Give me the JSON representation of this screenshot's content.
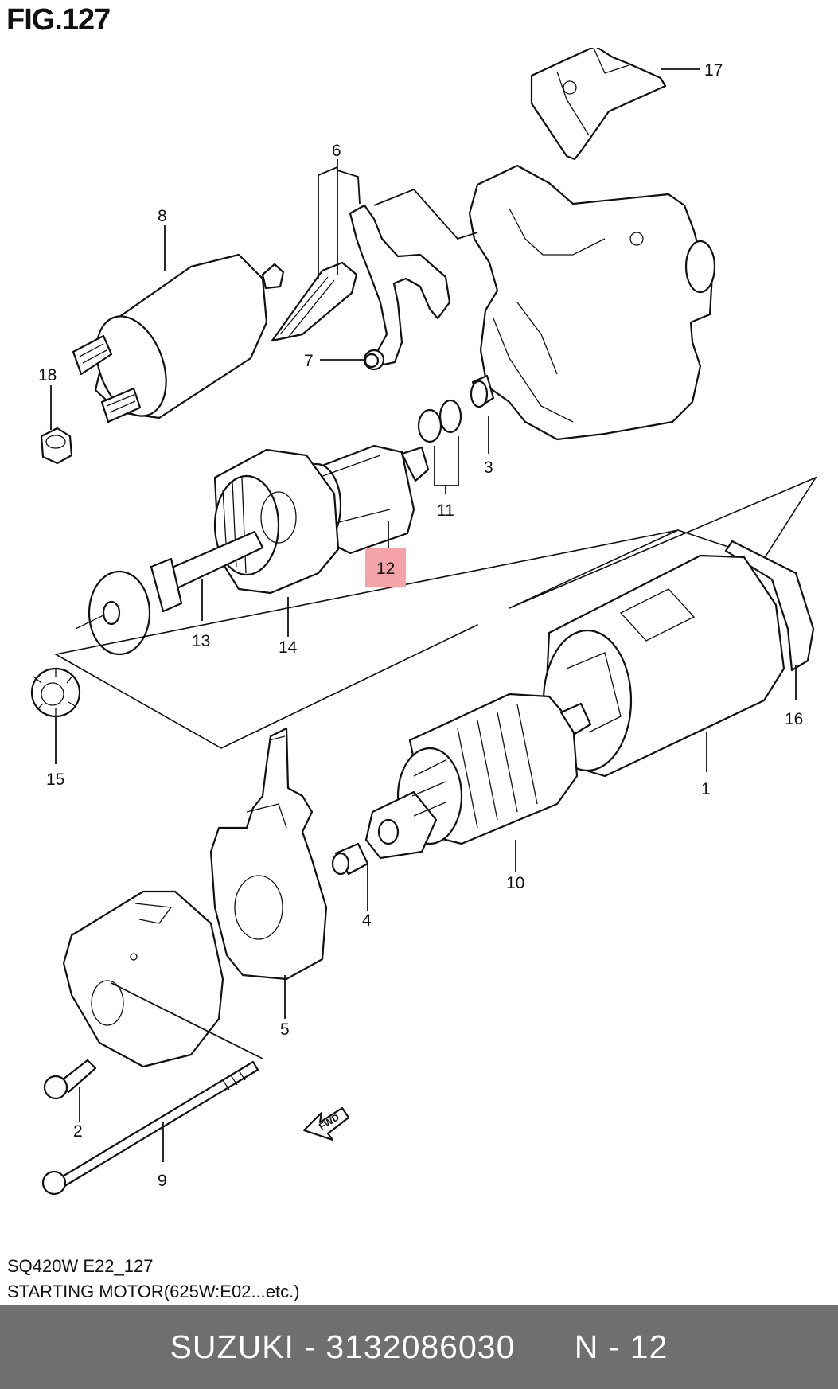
{
  "figure_title": "FIG.127",
  "callouts": [
    {
      "id": "1",
      "label": "1"
    },
    {
      "id": "2",
      "label": "2"
    },
    {
      "id": "3",
      "label": "3"
    },
    {
      "id": "4",
      "label": "4"
    },
    {
      "id": "5",
      "label": "5"
    },
    {
      "id": "6",
      "label": "6"
    },
    {
      "id": "7",
      "label": "7"
    },
    {
      "id": "8",
      "label": "8"
    },
    {
      "id": "9",
      "label": "9"
    },
    {
      "id": "10",
      "label": "10"
    },
    {
      "id": "11",
      "label": "11"
    },
    {
      "id": "12",
      "label": "12",
      "highlighted": true
    },
    {
      "id": "13",
      "label": "13"
    },
    {
      "id": "14",
      "label": "14"
    },
    {
      "id": "15",
      "label": "15"
    },
    {
      "id": "16",
      "label": "16"
    },
    {
      "id": "17",
      "label": "17"
    },
    {
      "id": "18",
      "label": "18"
    }
  ],
  "direction_arrow": "FWD",
  "model_code": "SQ420W E22_127",
  "part_group": "STARTING MOTOR(625W:E02...etc.)",
  "footer": {
    "brand_part": "SUZUKI - 3132086030",
    "position": "N - 12"
  },
  "colors": {
    "highlight": "#f4a3a8",
    "footer_background": "#6f6f6f",
    "footer_text": "#ffffff"
  }
}
